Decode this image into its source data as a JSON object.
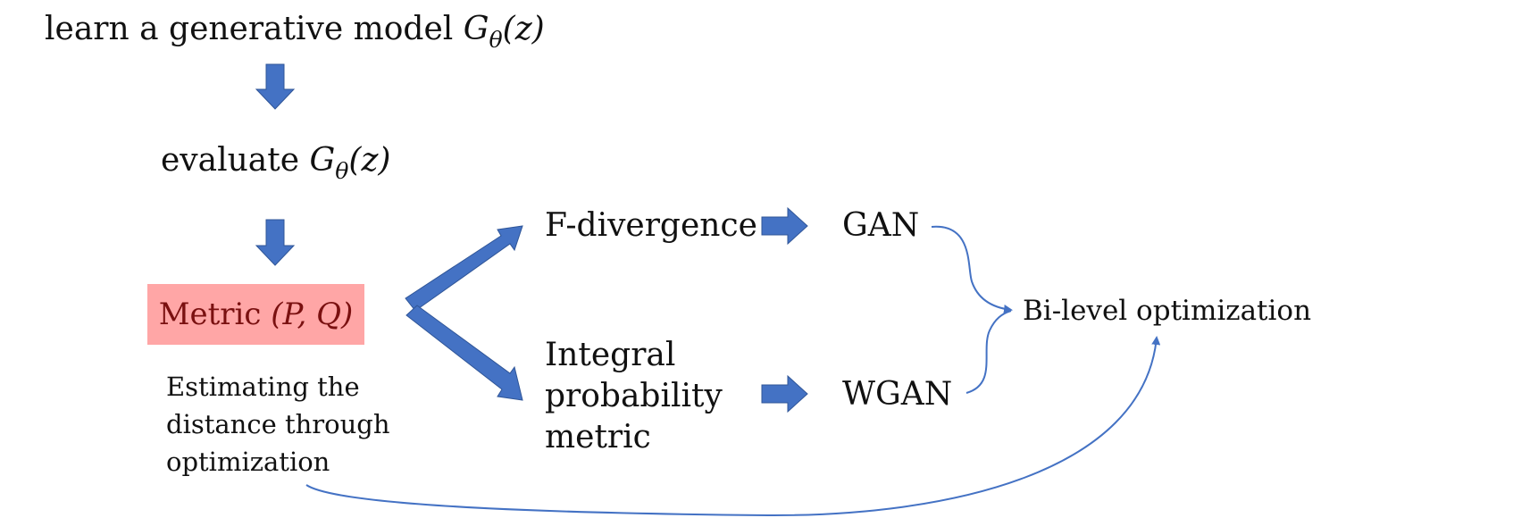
{
  "nodes": {
    "learn": {
      "text": "learn a generative model ",
      "symbol": "G",
      "subscript": "θ",
      "argument": "(z)"
    },
    "evaluate": {
      "text": "evaluate ",
      "symbol": "G",
      "subscript": "θ",
      "argument": "(z)"
    },
    "metric": {
      "text": "Metric ",
      "math": "(P, Q)"
    },
    "estimating": {
      "line1": "Estimating the",
      "line2": "distance through",
      "line3": "optimization"
    },
    "f_divergence": "F-divergence",
    "ipm": {
      "line1": "Integral probability",
      "line2": "metric"
    },
    "gan": "GAN",
    "wgan": "WGAN",
    "bilevel": "Bi-level optimization"
  },
  "colors": {
    "arrow_fill": "#4472c4",
    "arrow_stroke": "#2f5597",
    "metric_box": "#ffa6a6",
    "metric_text": "#7a1010",
    "text": "#111111"
  }
}
